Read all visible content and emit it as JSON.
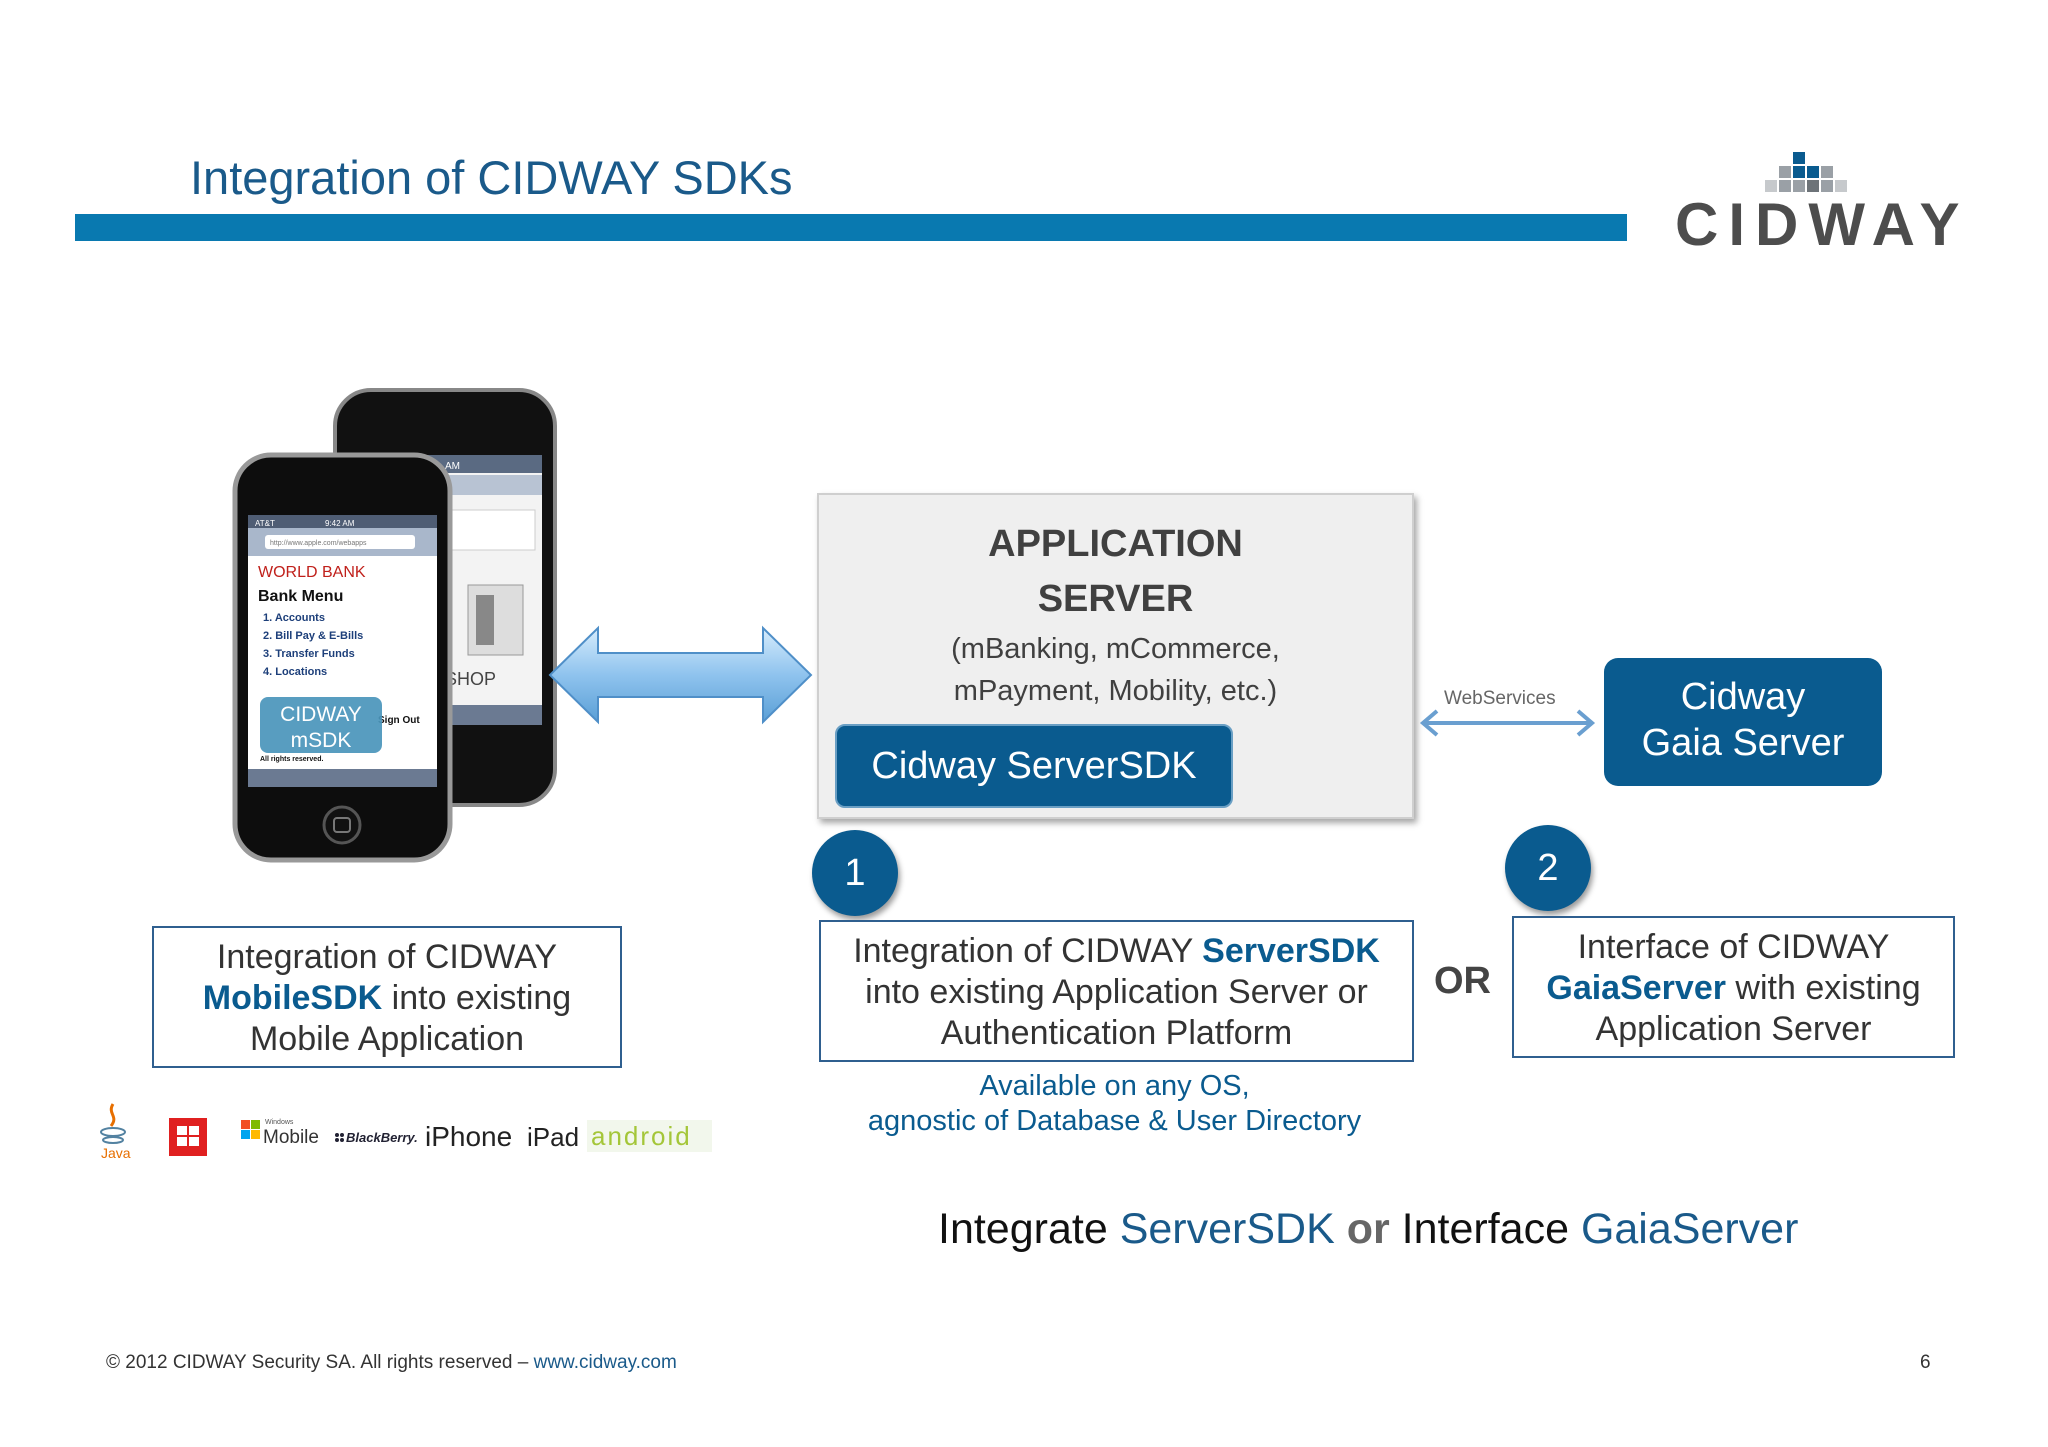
{
  "header": {
    "title": "Integration of CIDWAY SDKs",
    "logo_text": "CIDWAY"
  },
  "mobile": {
    "phone_screen": {
      "status_carrier": "AT&T",
      "status_time": "9:42 AM",
      "url": "http://www.apple.com/webapps",
      "brand": "WORLD BANK",
      "menu_title": "Bank Menu",
      "menu_items": [
        "1. Accounts",
        "2. Bill Pay & E-Bills",
        "3. Transfer Funds",
        "4. Locations"
      ],
      "sign_out": "Sign Out",
      "footer": "All rights reserved.",
      "back_phone_time": "AM",
      "back_phone_text": "SHOP"
    },
    "msdk_label_line1": "CIDWAY",
    "msdk_label_line2": "mSDK"
  },
  "app_server": {
    "title_line1": "APPLICATION",
    "title_line2": "SERVER",
    "subtitle_line1": "(mBanking, mCommerce,",
    "subtitle_line2": "mPayment, Mobility, etc.)",
    "server_sdk_label": "Cidway ServerSDK"
  },
  "webservices_label": "WebServices",
  "gaia_server": {
    "line1": "Cidway",
    "line2": "Gaia Server"
  },
  "steps": {
    "one": "1",
    "two": "2"
  },
  "boxes": {
    "left": {
      "line1": "Integration of CIDWAY",
      "line2_highlight": "MobileSDK",
      "line2_rest": " into existing",
      "line3": "Mobile Application"
    },
    "middle": {
      "line1_prefix": "Integration of CIDWAY ",
      "line1_highlight": "ServerSDK",
      "line2": "into existing Application Server or",
      "line3": "Authentication Platform"
    },
    "right": {
      "line1": "Interface of CIDWAY",
      "line2_highlight": "GaiaServer",
      "line2_rest": " with existing",
      "line3": "Application Server"
    }
  },
  "or_label": "OR",
  "availability": {
    "line1": "Available on any OS,",
    "line2": "agnostic of Database & User Directory"
  },
  "platforms": {
    "java": "Java",
    "windows_mobile_small": "Windows",
    "windows_mobile": "Mobile",
    "blackberry": "BlackBerry.",
    "iphone": "iPhone",
    "ipad": "iPad",
    "android": "android"
  },
  "bottom_line": {
    "p1": "Integrate ",
    "p2": "ServerSDK",
    "p3": " or ",
    "p4": "Interface ",
    "p5": "GaiaServer"
  },
  "footer": {
    "copyright": "© 2012 CIDWAY Security SA. All rights reserved – ",
    "link": "www.cidway.com",
    "page_number": "6"
  },
  "colors": {
    "brand_blue": "#0a5b8f",
    "title_bar": "#0979b0",
    "arrow_blue": "#8fc3ee"
  }
}
